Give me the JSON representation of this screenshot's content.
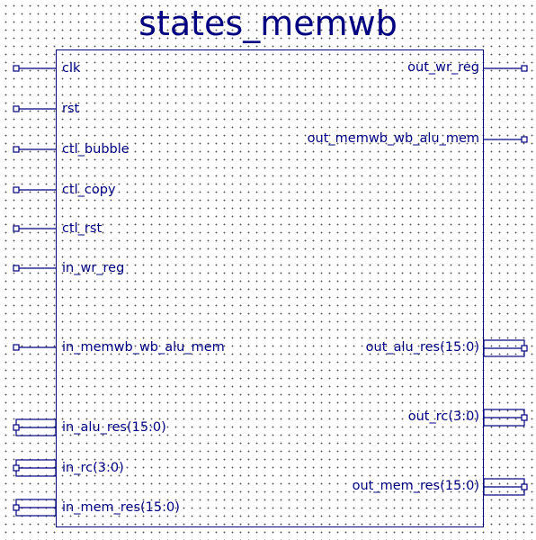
{
  "module": {
    "name": "states_memwb"
  },
  "inputs": [
    {
      "name": "clk",
      "bus": false
    },
    {
      "name": "rst",
      "bus": false
    },
    {
      "name": "ctl_bubble",
      "bus": false
    },
    {
      "name": "ctl_copy",
      "bus": false
    },
    {
      "name": "ctl_rst",
      "bus": false
    },
    {
      "name": "in_wr_reg",
      "bus": false
    },
    {
      "name": "in_memwb_wb_alu_mem",
      "bus": false
    },
    {
      "name": "in_alu_res(15:0)",
      "bus": true
    },
    {
      "name": "in_rc(3:0)",
      "bus": true
    },
    {
      "name": "in_mem_res(15:0)",
      "bus": true
    }
  ],
  "outputs": [
    {
      "name": "out_wr_reg",
      "bus": false
    },
    {
      "name": "out_memwb_wb_alu_mem",
      "bus": false
    },
    {
      "name": "out_alu_res(15:0)",
      "bus": true
    },
    {
      "name": "out_rc(3:0)",
      "bus": true
    },
    {
      "name": "out_mem_res(15:0)",
      "bus": true
    }
  ],
  "colors": {
    "line": "#000080",
    "text": "#000080",
    "dot": "#5a5a5a"
  }
}
